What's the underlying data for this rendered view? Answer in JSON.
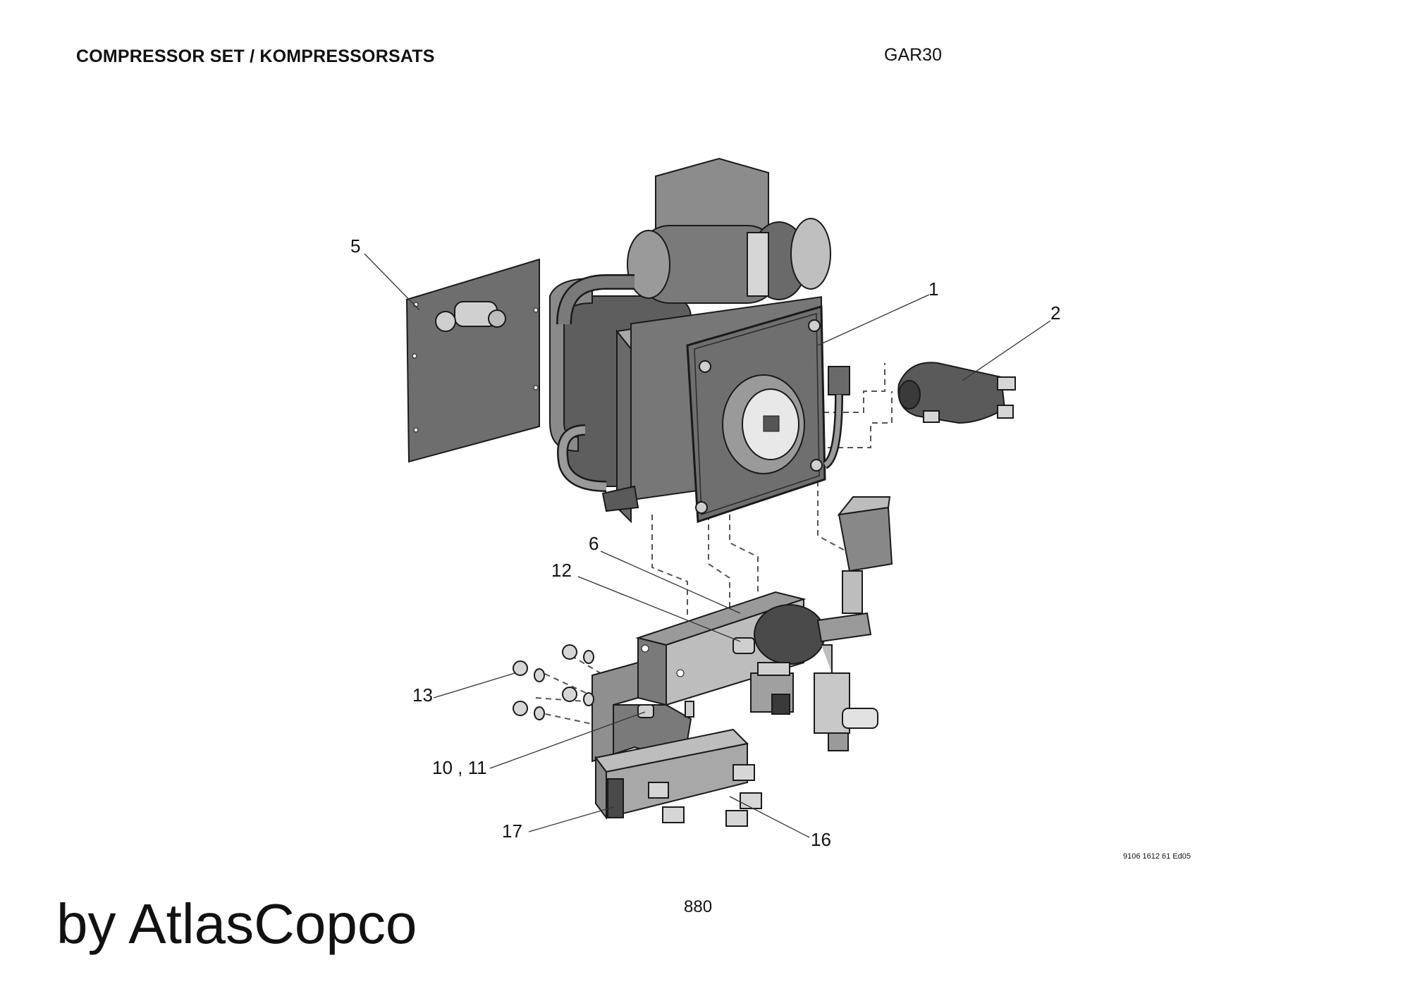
{
  "header": {
    "title": "COMPRESSOR SET / KOMPRESSORSATS",
    "model": "GAR30"
  },
  "callouts": [
    {
      "id": "c5",
      "label": "5"
    },
    {
      "id": "c1",
      "label": "1"
    },
    {
      "id": "c2",
      "label": "2"
    },
    {
      "id": "c6",
      "label": "6"
    },
    {
      "id": "c12",
      "label": "12"
    },
    {
      "id": "c13",
      "label": "13"
    },
    {
      "id": "c10_11",
      "label": "10 , 11"
    },
    {
      "id": "c17",
      "label": "17"
    },
    {
      "id": "c16",
      "label": "16"
    }
  ],
  "document_number": "9106 1612 61 Ed05",
  "page_number": "880",
  "footer": {
    "brand": "by AtlasCopco"
  },
  "colors": {
    "part_dark": "#5a5a5a",
    "part_mid": "#8a8a8a",
    "part_light": "#c8c8c8",
    "outline": "#1a1a1a"
  }
}
